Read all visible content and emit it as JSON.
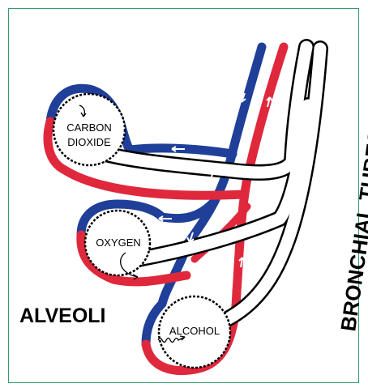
{
  "labels": {
    "carbon_line1": "CARBON",
    "carbon_line2": "DIOXIDE",
    "oxygen": "OXYGEN",
    "alcohol": "ALCOHOL",
    "alveoli": "ALVEOLI",
    "bronchial": "BRONCHIAL TUBES"
  },
  "colors": {
    "frame": "#2e9e6a",
    "vein_blue": "#1f3f99",
    "artery_red": "#e0283c",
    "ink": "#000000"
  }
}
